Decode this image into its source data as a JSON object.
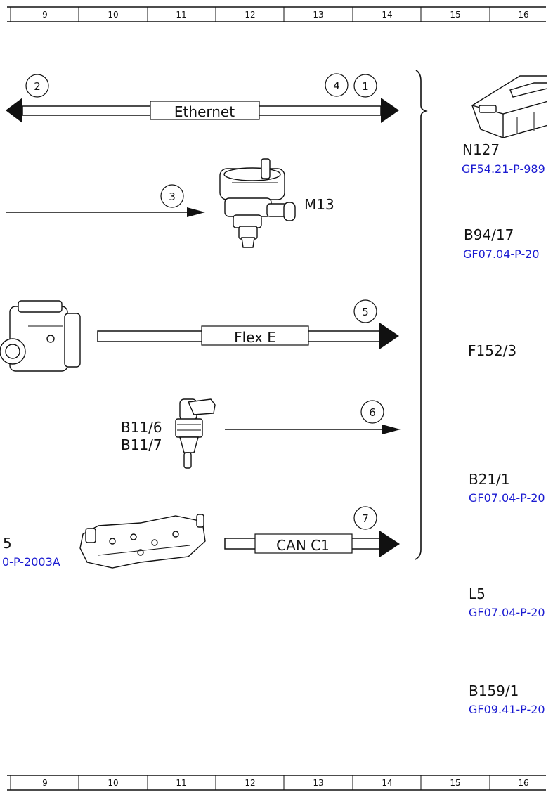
{
  "ruler": {
    "columns": [
      "9",
      "10",
      "11",
      "12",
      "13",
      "14",
      "15",
      "16"
    ]
  },
  "buses": {
    "ethernet": "Ethernet",
    "flex_e": "Flex E",
    "can_c1": "CAN C1"
  },
  "callouts": {
    "c1": "1",
    "c2": "2",
    "c3": "3",
    "c4": "4",
    "c5": "5",
    "c6": "6",
    "c7": "7"
  },
  "components": {
    "m13": "M13",
    "b11_6": "B11/6",
    "b11_7": "B11/7",
    "left_partial_label": "5",
    "left_partial_link": "0-P-2003A"
  },
  "right_list": [
    {
      "label": "N127",
      "link": "GF54.21-P-989"
    },
    {
      "label": "B94/17",
      "link": "GF07.04-P-20"
    },
    {
      "label": "F152/3",
      "link": ""
    },
    {
      "label": "B21/1",
      "link": "GF07.04-P-20"
    },
    {
      "label": "L5",
      "link": "GF07.04-P-20"
    },
    {
      "label": "B159/1",
      "link": "GF09.41-P-20"
    }
  ],
  "colors": {
    "link": "#1a1ad1",
    "line": "#111111"
  }
}
